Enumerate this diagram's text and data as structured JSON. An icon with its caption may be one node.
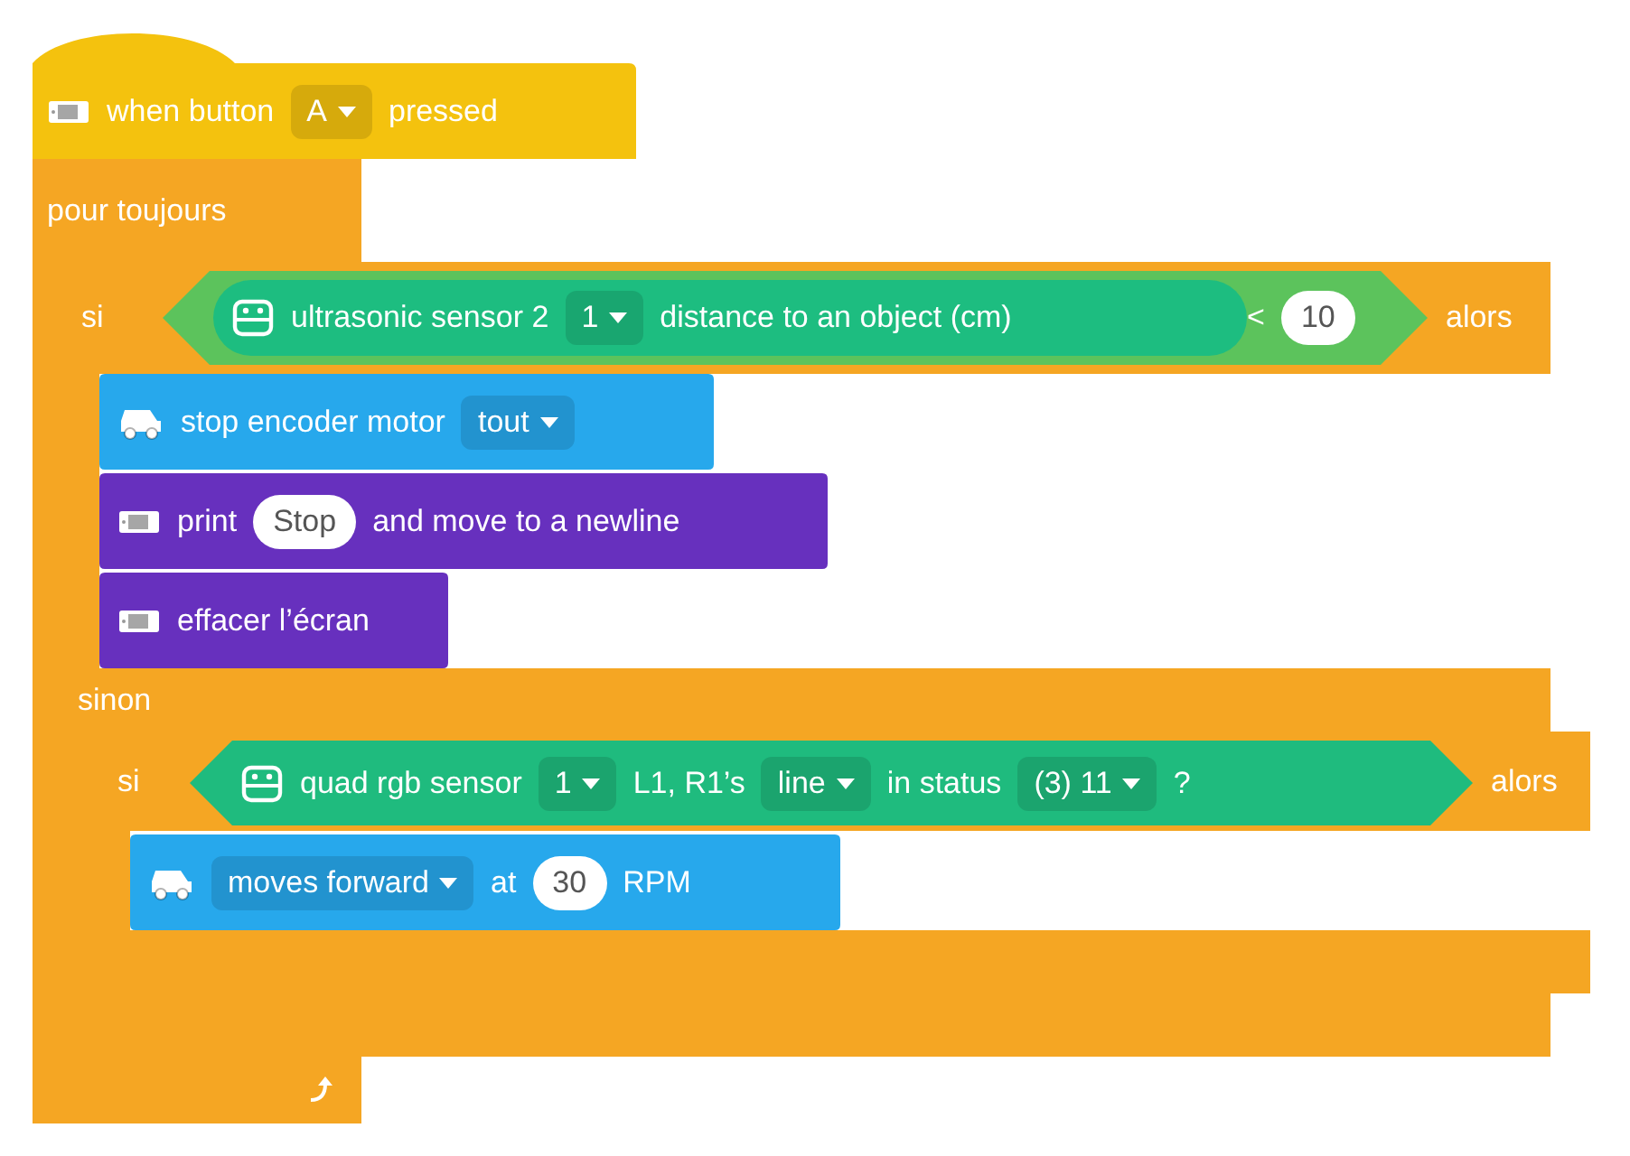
{
  "diagram": {
    "nodes": [
      {
        "text": [
          "when button",
          "A",
          "pressed"
        ]
      },
      {
        "text": [
          "pour toujours"
        ]
      },
      {
        "text": [
          "si",
          "alors",
          "sinon"
        ]
      },
      {
        "text": [
          "<",
          "10"
        ],
        "in": 2
      },
      {
        "text": [
          "ultrasonic sensor 2",
          "1",
          "distance to an object (cm)"
        ],
        "in": 3
      },
      {
        "text": [
          "stop encoder motor",
          "tout"
        ],
        "in": 2
      },
      {
        "text": [
          "print",
          "Stop",
          "and move to a newline"
        ],
        "in": 2
      },
      {
        "text": [
          "effacer l’écran"
        ],
        "in": 2
      },
      {
        "text": [
          "si",
          "alors"
        ],
        "in": 2
      },
      {
        "text": [
          "quad rgb sensor",
          "1",
          "L1, R1’s",
          "line",
          "in status",
          "(3) 11",
          "?"
        ],
        "in": 8
      },
      {
        "text": [
          "moves forward",
          "at",
          "30",
          "RPM"
        ],
        "in": 8
      }
    ]
  }
}
